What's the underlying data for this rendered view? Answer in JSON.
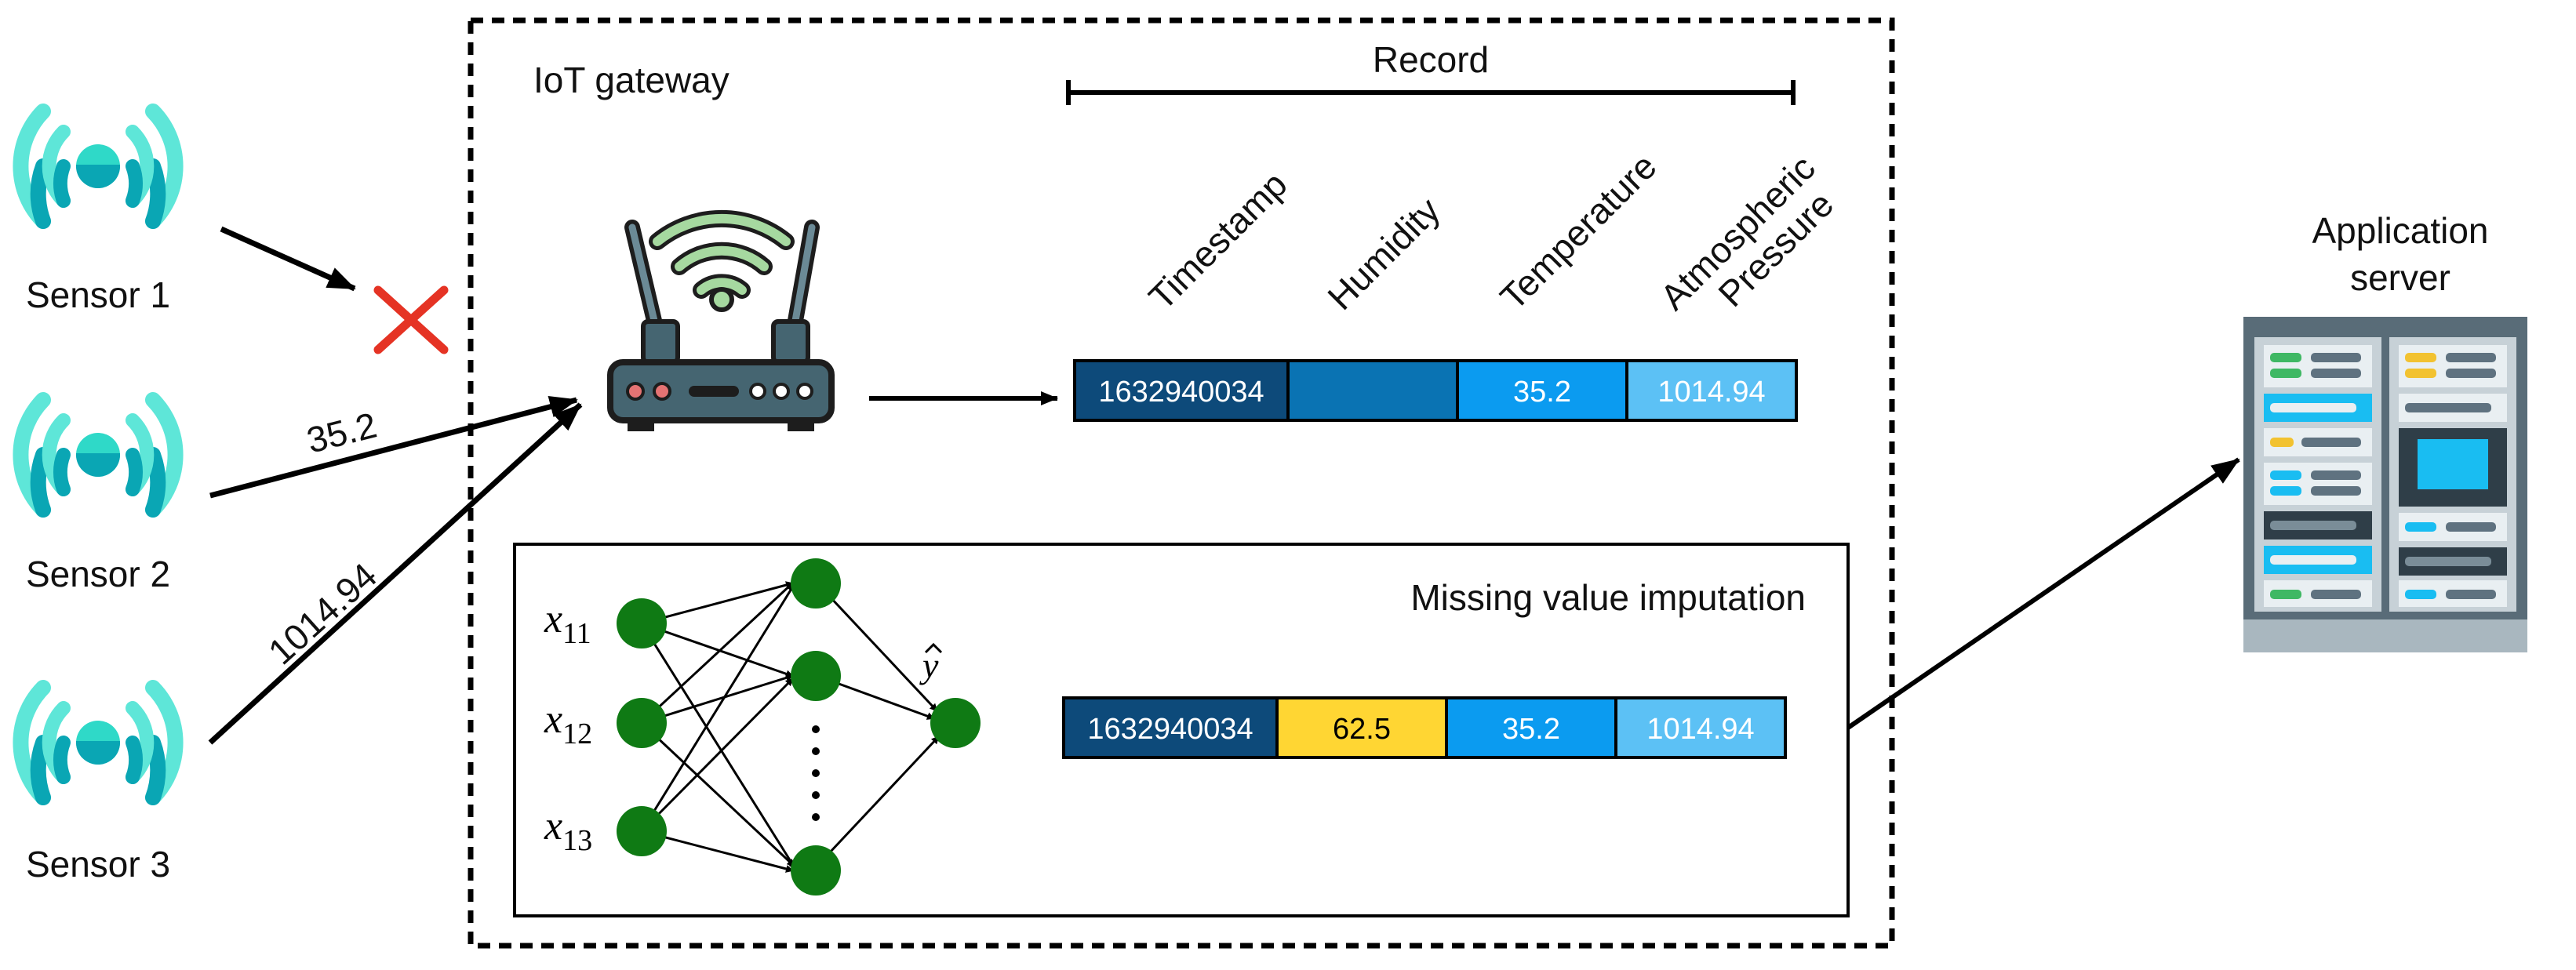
{
  "sensors": [
    {
      "label": "Sensor 1"
    },
    {
      "label": "Sensor 2"
    },
    {
      "label": "Sensor 3"
    }
  ],
  "links": {
    "sensor2_value": "35.2",
    "sensor3_value": "1014.94"
  },
  "gateway": {
    "title": "IoT gateway"
  },
  "record": {
    "title": "Record",
    "columns": [
      "Timestamp",
      "Humidity",
      "Temperature",
      "Atmospheric",
      "Pressure"
    ],
    "incoming": [
      "1632940034",
      "",
      "35.2",
      "1014.94"
    ],
    "imputed": [
      "1632940034",
      "62.5",
      "35.2",
      "1014.94"
    ]
  },
  "imputation": {
    "title": "Missing value imputation",
    "inputs": [
      "x",
      "x",
      "x"
    ],
    "input_subscripts": [
      "11",
      "12",
      "13"
    ],
    "output_symbol": "y"
  },
  "server": {
    "title_line1": "Application",
    "title_line2": "server"
  },
  "colors": {
    "sensor_teal": "#2fd9c8",
    "sensor_dark": "#0aa6b4",
    "cell_timestamp": "#0d4a7a",
    "cell_humidity_missing": "#0a73b3",
    "cell_humidity_imputed": "#ffd633",
    "cell_temperature": "#0b9bf0",
    "cell_pressure": "#5cc1f5",
    "node_green": "#0f7a14",
    "cross_red": "#e53324"
  }
}
